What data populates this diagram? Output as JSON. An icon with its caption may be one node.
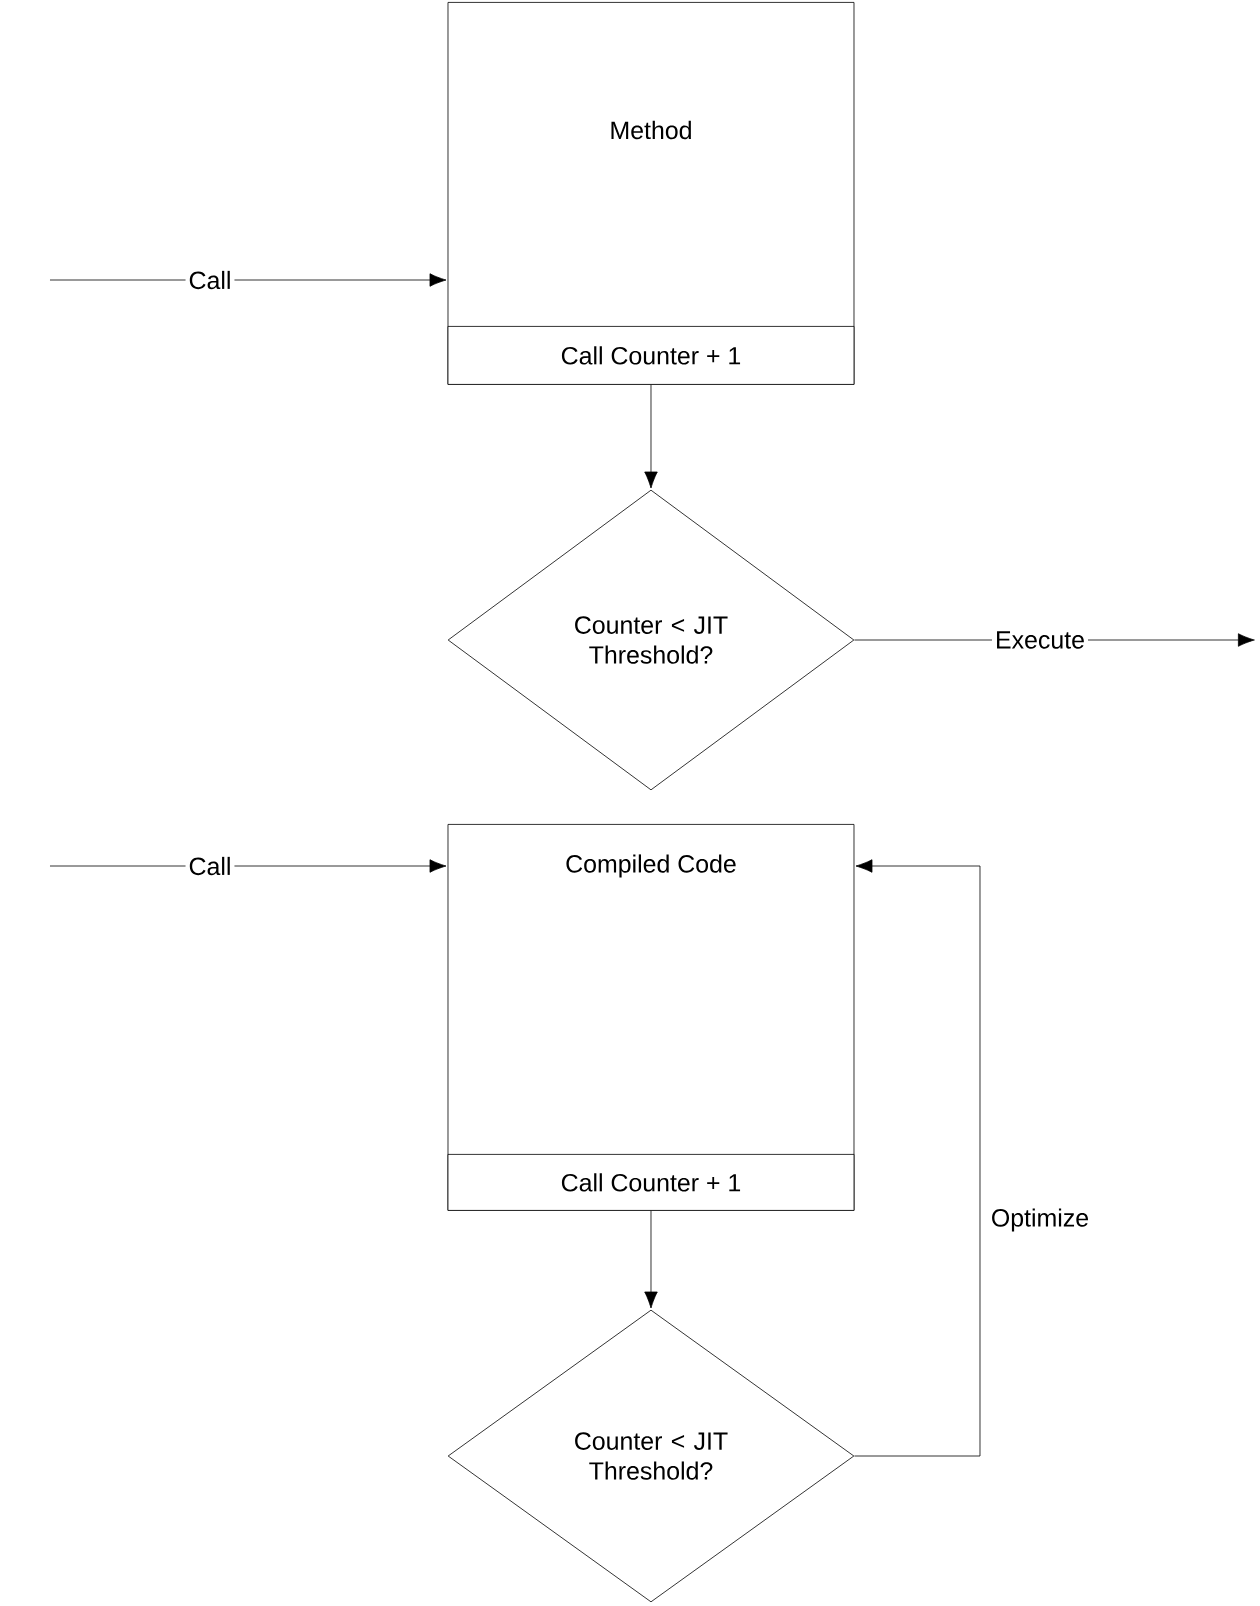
{
  "diagram": {
    "nodes": [
      {
        "text": [
          "Method"
        ]
      },
      {
        "text": [
          "Call Counter + 1"
        ],
        "in": 0
      },
      {
        "text": [
          "Counter < JIT Threshold?"
        ]
      },
      {
        "text": [
          "Compiled Code"
        ]
      },
      {
        "text": [
          "Call Counter + 1"
        ],
        "in": 3
      },
      {
        "text": [
          "Counter < JIT Threshold?"
        ]
      }
    ],
    "edges": [
      {
        "from": null,
        "to": 0,
        "arrow": "to",
        "label": "Call"
      },
      {
        "from": 1,
        "to": 2,
        "arrow": "to"
      },
      {
        "from": 2,
        "to": null,
        "arrow": "to",
        "label": "Execute"
      },
      {
        "from": null,
        "to": 3,
        "arrow": "to",
        "label": "Call"
      },
      {
        "from": 4,
        "to": 5,
        "arrow": "to"
      },
      {
        "from": 5,
        "to": 3,
        "arrow": "to",
        "label": "Optimize"
      }
    ]
  }
}
